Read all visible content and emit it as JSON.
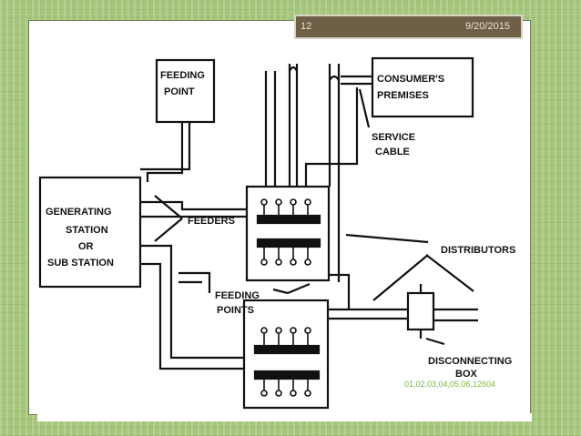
{
  "slide": {
    "number": "12",
    "date": "9/20/2015",
    "student_ids": "01,02,03,04,05,06,12604"
  },
  "diagram": {
    "feeding_point": [
      "FEEDING",
      "POINT"
    ],
    "consumers_premises": [
      "CONSUMER'S",
      "PREMISES"
    ],
    "service_cable": [
      "SERVICE",
      "CABLE"
    ],
    "generating_station": [
      "GENERATING",
      "STATION",
      "OR",
      "SUB STATION"
    ],
    "feeders": "FEEDERS",
    "distributors": "DISTRIBUTORS",
    "feeding_points": [
      "FEEDING",
      "POINTS"
    ],
    "disconnecting_box": [
      "DISCONNECTING",
      "BOX"
    ]
  }
}
